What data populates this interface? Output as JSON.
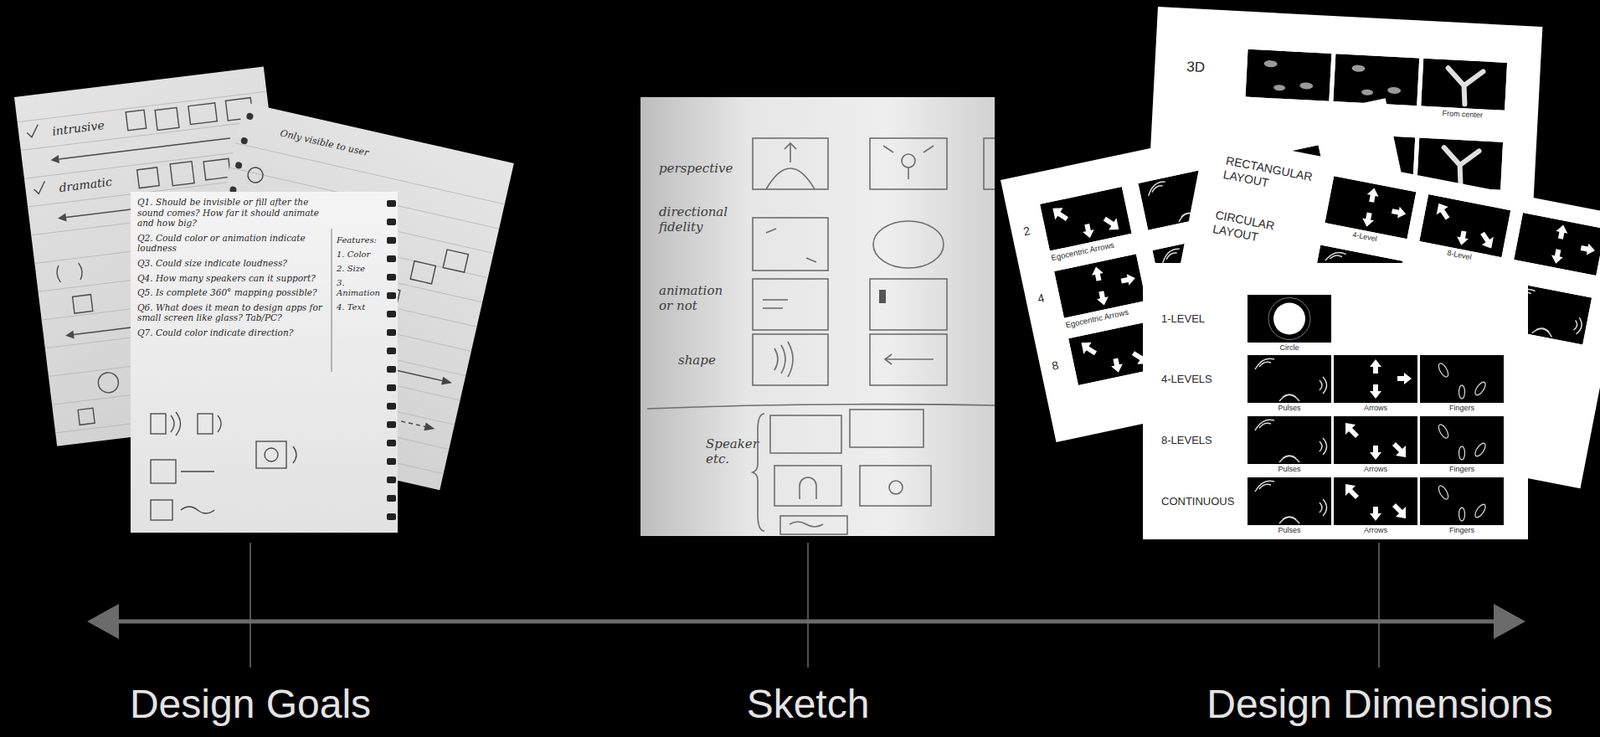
{
  "diagram": {
    "labels": [
      "Design Goals",
      "Sketch",
      "Design Dimensions",
      "Q1. Should be invisible or fill after the sound comes? How far it should animate and how big?",
      "Q2. Could color or animation indicate loudness",
      "Q3. Could size indicate loudness?",
      "Q4. How many speakers can it support?",
      "Q5. Is complete 360° mapping possible?",
      "Q6. What does it mean to design apps for small screen like glass? Tab/PC?",
      "Q7. Could color indicate direction?",
      "Features:",
      "1. Color",
      "2. Size",
      "3. Animation",
      "4. Text",
      "intrusive",
      "dramatic",
      "Only visible to user",
      "perspective",
      "directional fidelity",
      "animation or not",
      "shape",
      "Speaker etc.",
      "3D",
      "From center",
      "2",
      "Egocentric Arrows",
      "4",
      "Egocentric Arrows",
      "8",
      "RECTANGULAR LAYOUT",
      "4-Level",
      "8-Level",
      "CIRCULAR LAYOUT",
      "1-LEVEL",
      "Circle",
      "4-LEVELS",
      "Pulses",
      "Arrows",
      "Fingers",
      "8-LEVELS",
      "Pulses",
      "Arrows",
      "Fingers",
      "CONTINUOUS",
      "Pulses",
      "Arrows",
      "Fingers"
    ]
  }
}
